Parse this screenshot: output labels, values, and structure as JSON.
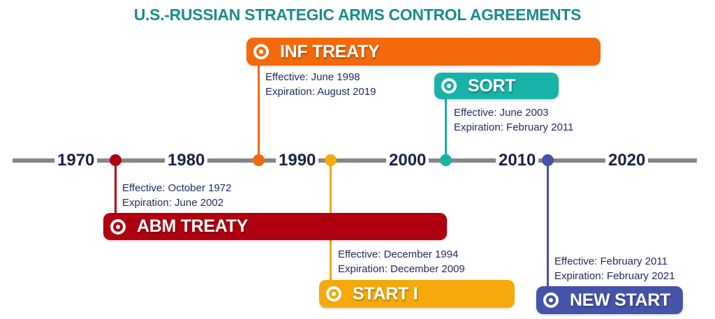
{
  "title": "U.S.-RUSSIAN STRATEGIC ARMS CONTROL AGREEMENTS",
  "axis": {
    "years": [
      "1970",
      "1980",
      "1990",
      "2000",
      "2010",
      "2020"
    ],
    "color": "#858585"
  },
  "treaties": [
    {
      "name": "ABM TREATY",
      "effective": "Effective: October 1972",
      "expiration": "Expiration: June 2002",
      "color": "#b0000f"
    },
    {
      "name": "INF TREATY",
      "effective": "Effective: June 1998",
      "expiration": "Expiration: August 2019",
      "color": "#f26a0b"
    },
    {
      "name": "START I",
      "effective": "Effective: December 1994",
      "expiration": "Expiration: December 2009",
      "color": "#f5a90b"
    },
    {
      "name": "SORT",
      "effective": "Effective: June 2003",
      "expiration": "Expiration: February 2011",
      "color": "#17b3a6"
    },
    {
      "name": "NEW START",
      "effective": "Effective: February 2011",
      "expiration": "Expiration: February 2021",
      "color": "#4553a8"
    }
  ],
  "icons": {
    "bar_icon": "target-circle-icon",
    "timeline_marker": "dot-marker-icon"
  }
}
